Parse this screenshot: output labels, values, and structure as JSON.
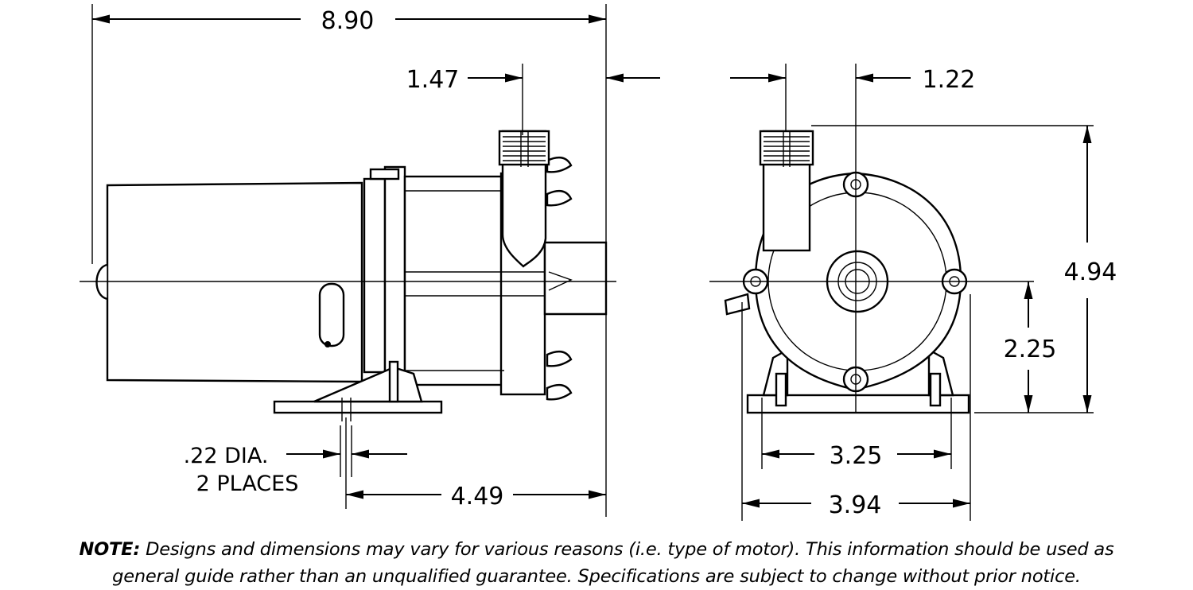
{
  "dimensions": {
    "overall_length": "8.90",
    "outlet_offset_side": "1.47",
    "outlet_offset_front": "1.22",
    "overall_height": "4.94",
    "shaft_height": "2.25",
    "mount_hole_spacing": "3.25",
    "base_width": "3.94",
    "base_hole_depth": "4.49",
    "hole_dia_line1": ".22 DIA.",
    "hole_dia_line2": "2 PLACES"
  },
  "note": {
    "label": "NOTE:",
    "text_line1": " Designs and dimensions may vary for various reasons (i.e. type of motor).  This information should be used as",
    "text_line2": "general guide rather than an unqualified guarantee.  Specifications are subject to change without prior notice."
  }
}
